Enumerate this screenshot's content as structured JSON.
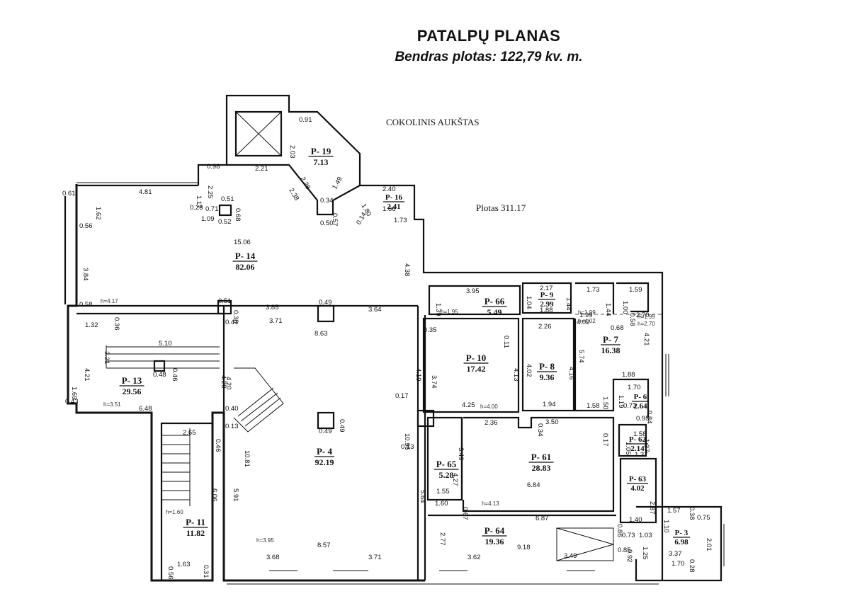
{
  "title": "PATALPŲ PLANAS",
  "subtitle": "Bendras plotas: 122,79 kv. m.",
  "floor_label": "COKOLINIS AUKŠTAS",
  "total_label": "Plotas 311.17",
  "rooms": [
    {
      "id": "P- 19",
      "area": "7.13"
    },
    {
      "id": "P- 16",
      "area": "2.41"
    },
    {
      "id": "P- 14",
      "area": "82.06"
    },
    {
      "id": "P- 13",
      "area": "29.56"
    },
    {
      "id": "P- 11",
      "area": "11.82"
    },
    {
      "id": "P- 4",
      "area": "92.19"
    },
    {
      "id": "P- 66",
      "area": "5.49"
    },
    {
      "id": "P- 9",
      "area": "2.99"
    },
    {
      "id": "P- 7",
      "area": "16.38"
    },
    {
      "id": "P- 10",
      "area": "17.42"
    },
    {
      "id": "P- 8",
      "area": "9.36"
    },
    {
      "id": "P- 6",
      "area": "2.64"
    },
    {
      "id": "P- 65",
      "area": "5.28"
    },
    {
      "id": "P- 61",
      "area": "28.83"
    },
    {
      "id": "P- 62",
      "area": "2.14"
    },
    {
      "id": "P- 63",
      "area": "4.02"
    },
    {
      "id": "P- 64",
      "area": "19.36"
    },
    {
      "id": "P- 3",
      "area": "6.98"
    }
  ],
  "dims": [
    "0.91",
    "2.03",
    "0.98",
    "2.21",
    "2.28",
    "2.38",
    "1.49",
    "0.34",
    "0.57",
    "0.50",
    "1.80",
    "0.14",
    "2.40",
    "1.66",
    "1.73",
    "0.61",
    "4.81",
    "1.62",
    "2.25",
    "1.17",
    "0.51",
    "0.28",
    "0.71",
    "0.68",
    "1.09",
    "0.52",
    "0.56",
    "15.06",
    "3.84",
    "4.38",
    "0.58",
    "0.51",
    "0.38",
    "3.85",
    "0.49",
    "3.64",
    "0.36",
    "0.41",
    "3.71",
    "8.63",
    "1.32",
    "2.21",
    "5.10",
    "0.46",
    "0.48",
    "4.21",
    "1.69",
    "0.43",
    "4.20",
    "4.20",
    "6.48",
    "0.40",
    "0.13",
    "0.49",
    "0.49",
    "2.65",
    "0.46",
    "10.81",
    "6.06",
    "5.91",
    "3.68",
    "8.57",
    "3.71",
    "0.56",
    "1.63",
    "0.31",
    "1.39",
    "3.95",
    "2.17",
    "1.04",
    "1.44",
    "1.88",
    "1.73",
    "1.44",
    "1.00",
    "1.59",
    "0.58",
    "1.99",
    "4.02",
    "2.26",
    "0.68",
    "2.70",
    "4.21",
    "0.35",
    "0.11",
    "4.19",
    "3.74",
    "4.13",
    "4.02",
    "4.16",
    "5.74",
    "1.88",
    "0.17",
    "4.25",
    "1.94",
    "1.58",
    "1.50",
    "1.19",
    "1.70",
    "0.73",
    "0.95",
    "0.84",
    "10.96",
    "2.36",
    "0.34",
    "3.50",
    "0.17",
    "0.13",
    "3.49",
    "4.27",
    "1.58",
    "1.05",
    "1.37",
    "1.37",
    "6.84",
    "5.64",
    "1.55",
    "1.60",
    "0.67",
    "6.87",
    "2.87",
    "1.40",
    "0.86",
    "2.77",
    "3.62",
    "9.18",
    "3.49",
    "0.73",
    "1.03",
    "1.25",
    "0.92",
    "0.85",
    "1.57",
    "0.38",
    "0.75",
    "1.10",
    "2.01",
    "3.37",
    "1.70",
    "0.28"
  ],
  "h_notes": [
    "h=4.17",
    "h=3.51",
    "h=1.60",
    "h=3.95",
    "h=1.95",
    "h=1.99",
    "h=4.02",
    "h=1.99",
    "h=2.70",
    "h=4.00",
    "h=4.13"
  ]
}
